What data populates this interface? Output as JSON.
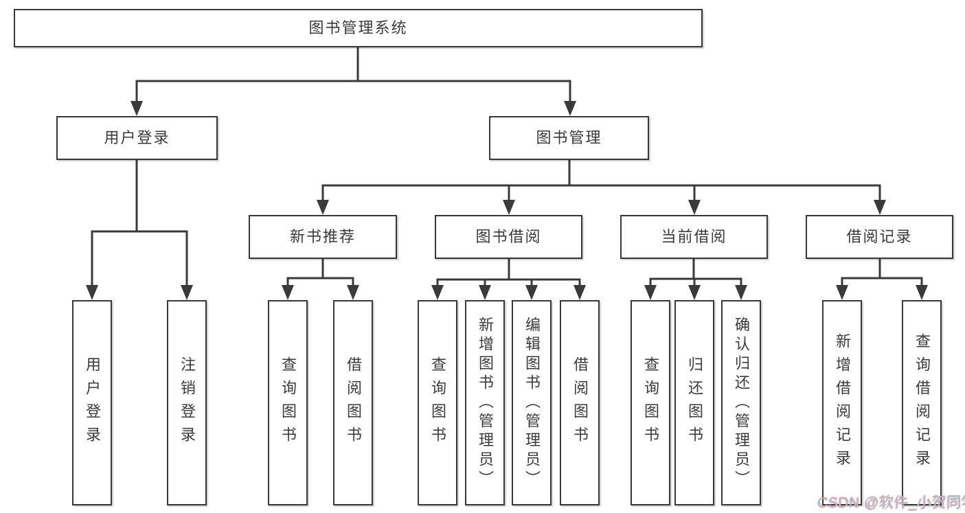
{
  "diagram": {
    "root": {
      "label": "图书管理系统"
    },
    "branches": {
      "user_login": {
        "label": "用户登录"
      },
      "book_mgmt": {
        "label": "图书管理"
      }
    },
    "modules": {
      "new_book": {
        "label": "新书推荐"
      },
      "book_borrow": {
        "label": "图书借阅"
      },
      "current_borrow": {
        "label": "当前借阅"
      },
      "borrow_records": {
        "label": "借阅记录"
      }
    },
    "leaves": {
      "user_login_login": {
        "label": "用户登录"
      },
      "user_login_logout": {
        "label": "注销登录"
      },
      "new_book_query": {
        "label": "查询图书"
      },
      "new_book_borrow": {
        "label": "借阅图书"
      },
      "book_borrow_query": {
        "label": "查询图书"
      },
      "book_borrow_add": {
        "label": "新增图书（管理员）"
      },
      "book_borrow_edit": {
        "label": "编辑图书（管理员）"
      },
      "book_borrow_borrow": {
        "label": "借阅图书"
      },
      "current_borrow_query": {
        "label": "查询图书"
      },
      "current_borrow_return": {
        "label": "归还图书"
      },
      "current_borrow_confirm": {
        "label": "确认归还（管理员）"
      },
      "borrow_records_add": {
        "label": "新增借阅记录"
      },
      "borrow_records_query": {
        "label": "查询借阅记录"
      }
    }
  },
  "watermark": {
    "text": "CSDN @软件_小贺同学"
  },
  "colors": {
    "line": "#3a3a3a",
    "border": "#373737",
    "text": "#3a3a3a",
    "watermark_gray": "#bdbdbd"
  }
}
